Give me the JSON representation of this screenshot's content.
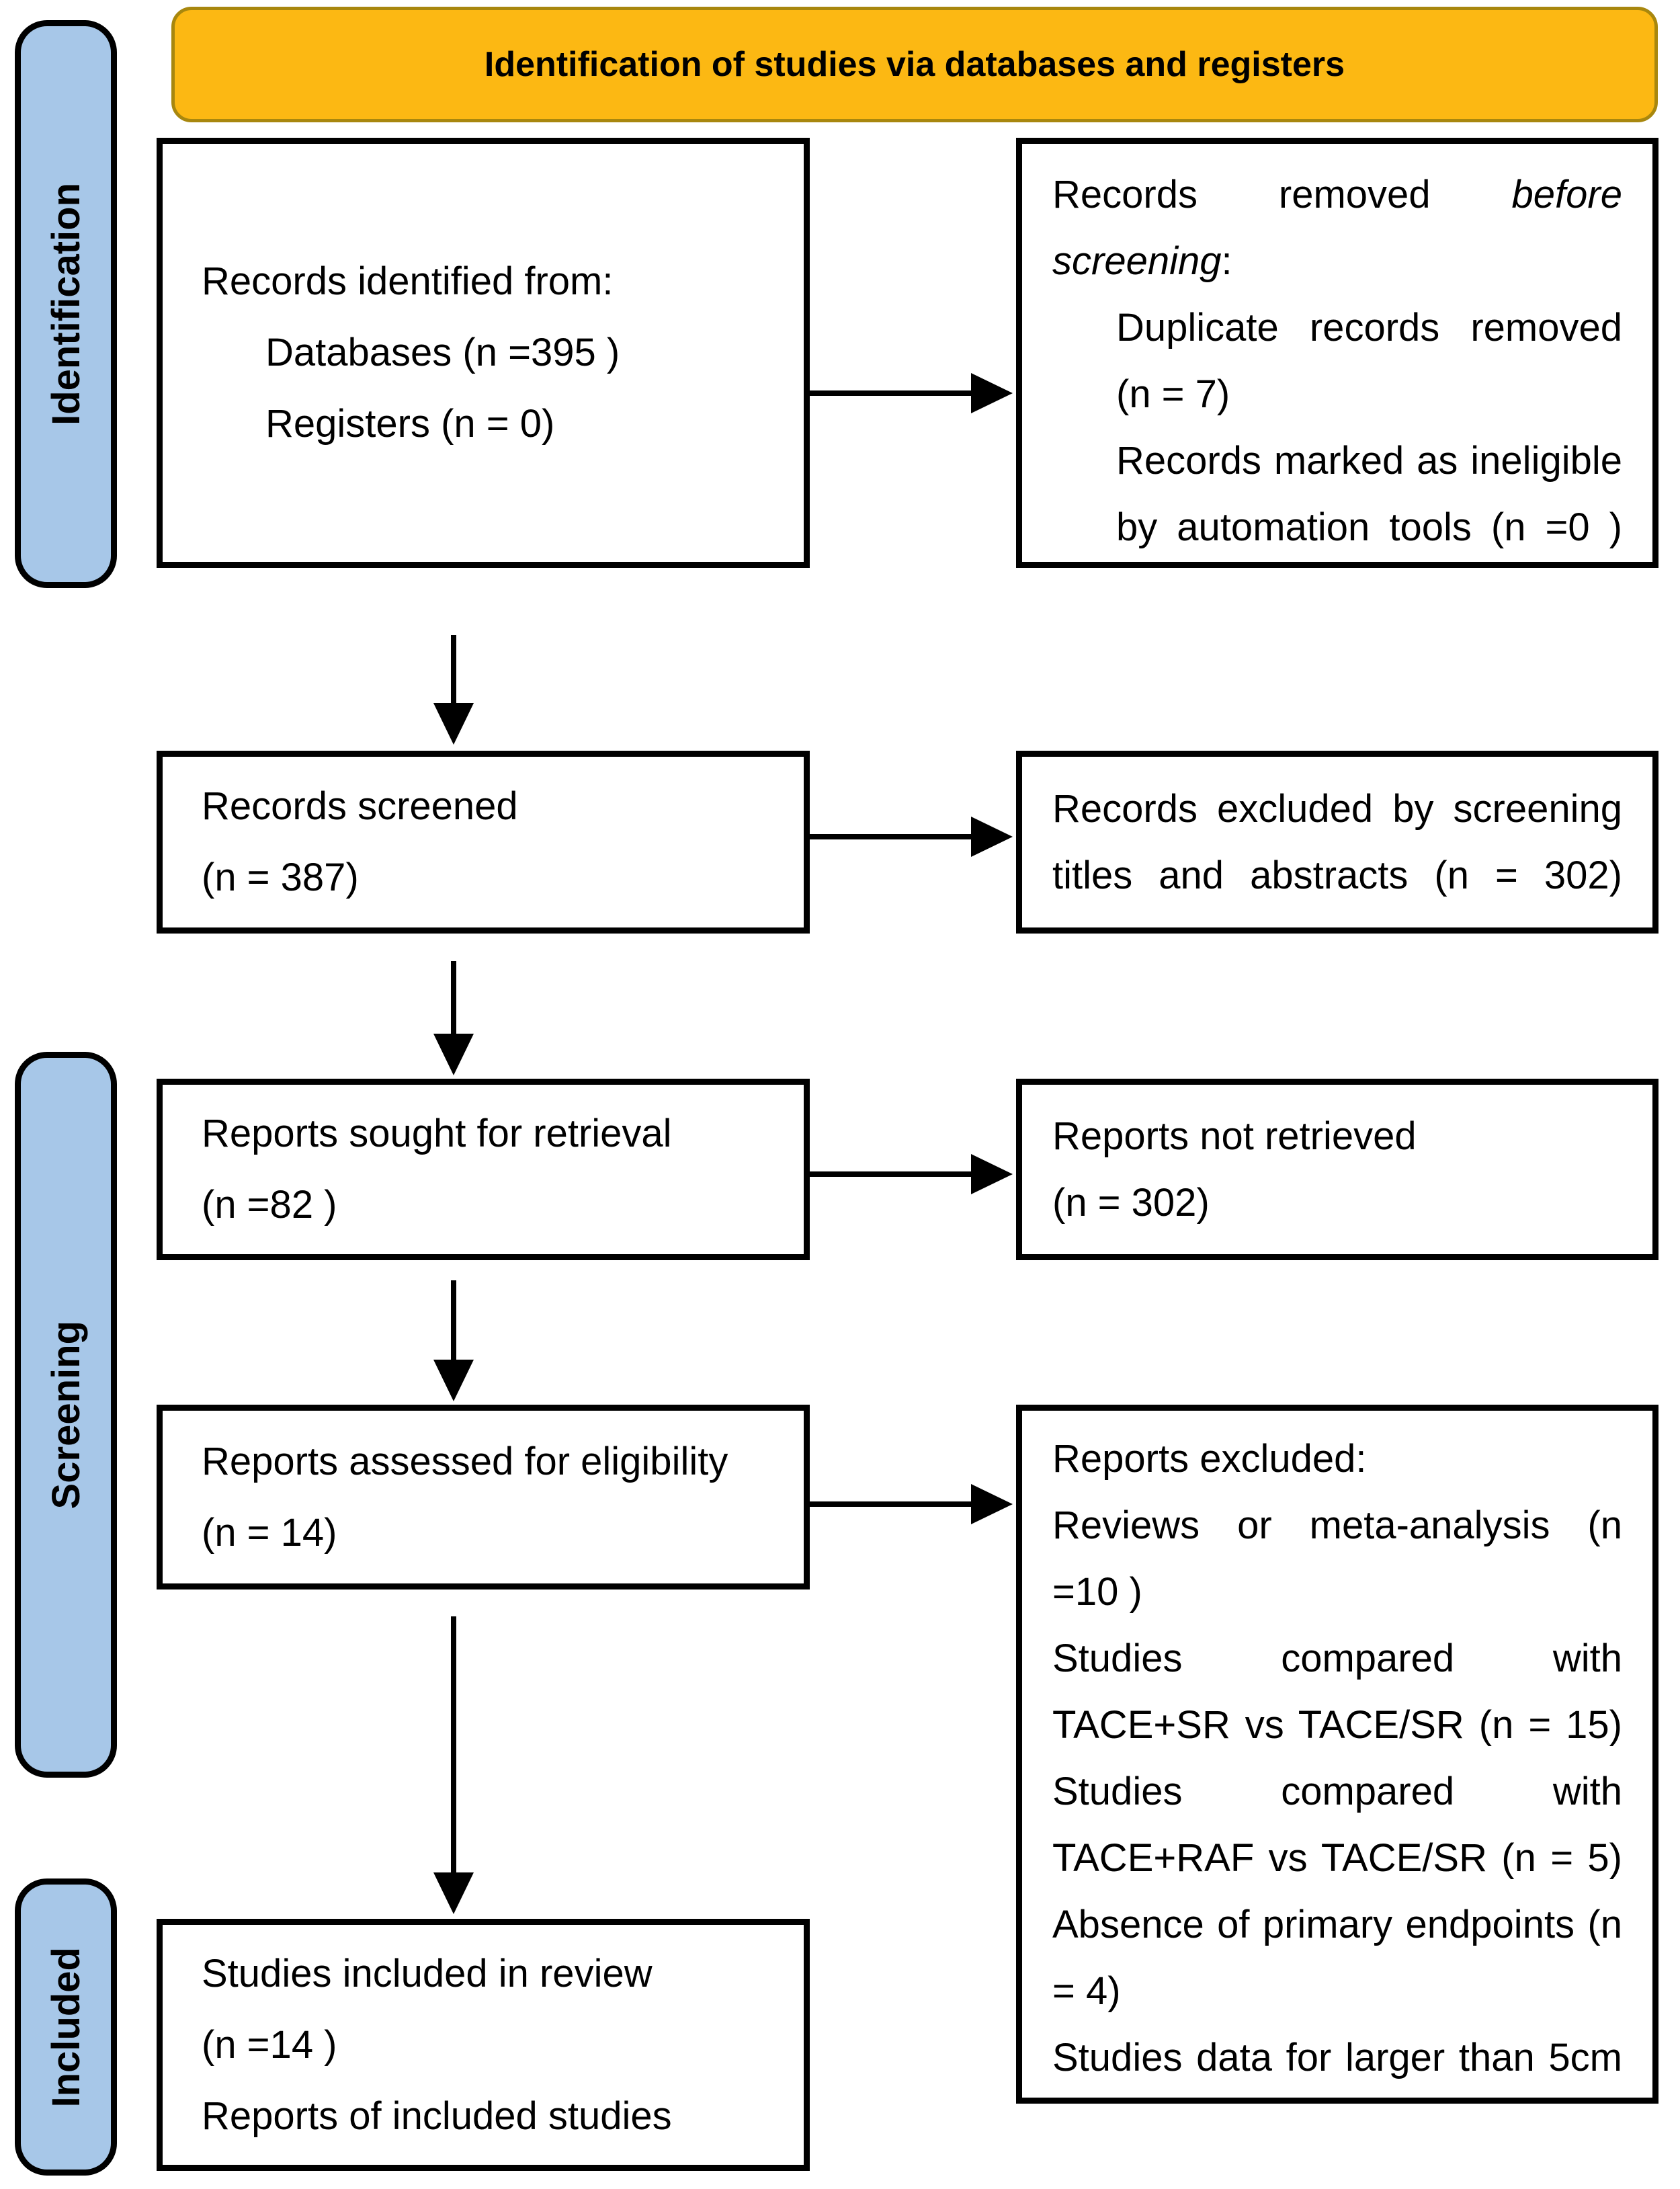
{
  "banner": {
    "title": "Identification of studies via databases and registers",
    "bg_color": "#FCB813",
    "border_color": "#A8870E"
  },
  "stages": {
    "identification": "Identification",
    "screening": "Screening",
    "included": "Included",
    "bg_color": "#A7C7E8"
  },
  "boxes": {
    "records_identified": {
      "l1": "Records identified from:",
      "l2": "Databases (n =395 )",
      "l3": "Registers (n = 0)"
    },
    "records_removed": {
      "l1a": "Records removed",
      "l1b": "before",
      "l2a": "screening",
      "l2b": ":",
      "l3": "Duplicate records removed",
      "l4": "(n = 7)",
      "l5": "Records marked as ineligible",
      "l6": "by automation tools (n =0 )"
    },
    "records_screened": {
      "l1": "Records screened",
      "l2": "(n = 387)"
    },
    "records_excluded": {
      "l1": "Records excluded by screening",
      "l2": "titles and abstracts (n = 302)"
    },
    "reports_sought": {
      "l1": "Reports sought for retrieval",
      "l2": "(n =82 )"
    },
    "reports_not_retrieved": {
      "l1": "Reports not retrieved",
      "l2": "(n = 302)"
    },
    "reports_assessed": {
      "l1": "Reports assessed for eligibility",
      "l2": "(n = 14)"
    },
    "reports_excluded": {
      "l1": "Reports excluded:",
      "l2": "Reviews or meta-analysis (n",
      "l3": "=10 )",
      "l4": "Studies compared with",
      "l5": "TACE+SR vs TACE/SR (n = 15)",
      "l6": "Studies compared with",
      "l7": "TACE+RAF vs TACE/SR (n = 5)",
      "l8": "Absence of primary endpoints (n",
      "l9": "= 4)",
      "l10": "Studies data for larger than 5cm"
    },
    "studies_included": {
      "l1": "Studies included in review",
      "l2": "(n =14 )",
      "l3": "Reports of included studies"
    }
  }
}
